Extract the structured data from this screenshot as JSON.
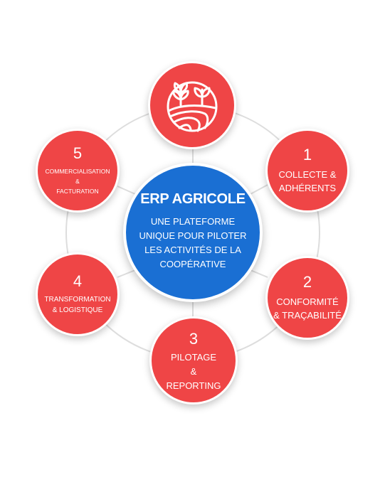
{
  "colors": {
    "node_red": "#ef4546",
    "center_blue": "#1a6fd3",
    "ring_gray": "#dddddd",
    "white": "#ffffff"
  },
  "center": {
    "title": "ERP AGRICOLE",
    "subtitle_lines": [
      "UNE PLATEFORME",
      "UNIQUE POUR PILOTER",
      "LES ACTIVITÉS DE LA",
      "COOPÉRATIVE"
    ]
  },
  "top_node": {
    "icon": "farm-field-icon"
  },
  "nodes": [
    {
      "number": "1",
      "lines": [
        "COLLECTE &",
        "ADHÉRENTS"
      ]
    },
    {
      "number": "2",
      "lines": [
        "CONFORMITÉ",
        "& TRAÇABILITÉ"
      ]
    },
    {
      "number": "3",
      "lines": [
        "PILOTAGE",
        "&",
        "REPORTING"
      ]
    },
    {
      "number": "4",
      "lines": [
        "TRANSFORMATION",
        "& LOGISTIQUE"
      ]
    },
    {
      "number": "5",
      "lines": [
        "COMMERCIALISATION",
        "&",
        "FACTURATION"
      ]
    }
  ]
}
